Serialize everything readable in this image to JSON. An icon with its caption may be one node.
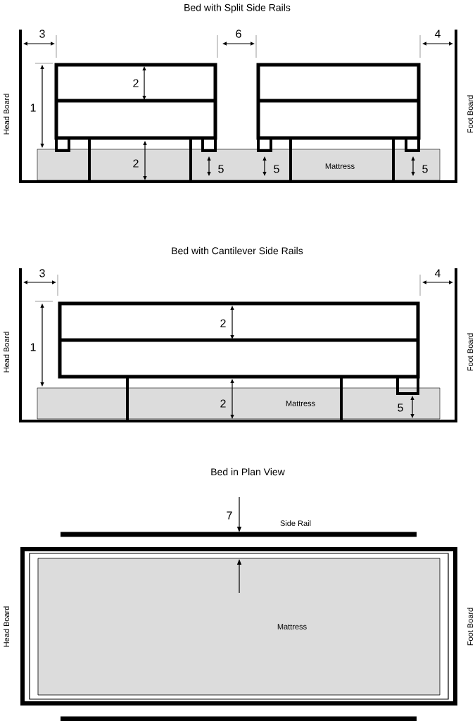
{
  "diagram": {
    "labels": [
      "Bed with Split Side Rails",
      "3",
      "6",
      "4",
      "2",
      "1",
      "Head Board",
      "Foot Board",
      "2",
      "5",
      "5",
      "Mattress",
      "5",
      "Bed with Cantilever Side Rails",
      "3",
      "4",
      "2",
      "1",
      "Head Board",
      "Foot Board",
      "2",
      "Mattress",
      "5",
      "Bed in Plan View",
      "7",
      "Side Rail",
      "Head Board",
      "Mattress",
      "Foot Board"
    ]
  }
}
